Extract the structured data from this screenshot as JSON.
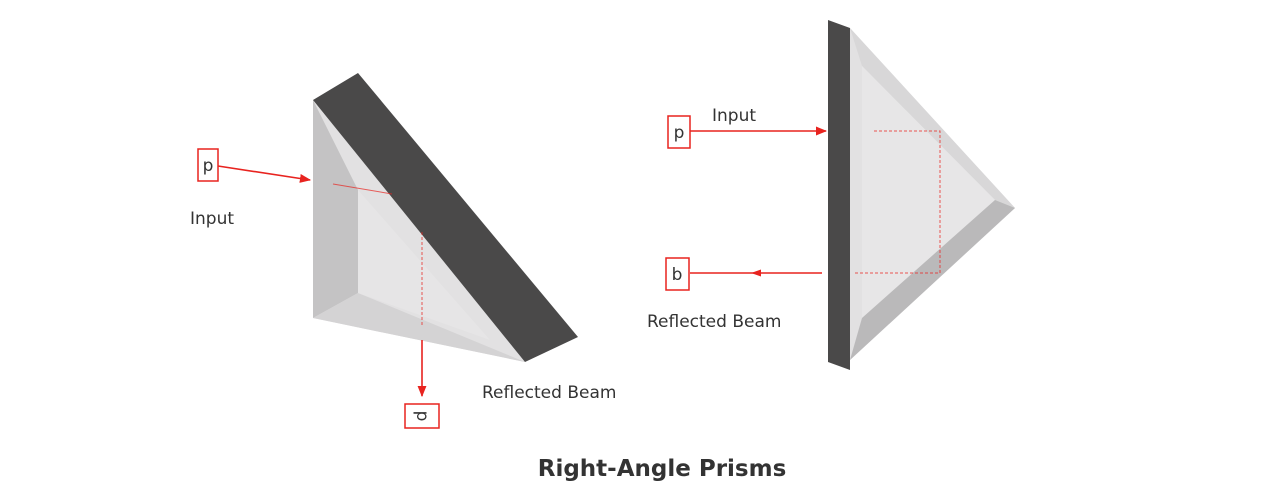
{
  "title": "Right-Angle Prisms",
  "colors": {
    "beam": "#e8231f",
    "mirror_face": "#4a4949",
    "prism_light": "#e2e1e2",
    "prism_mid": "#d2d1d2",
    "prism_dark": "#b9b8b9",
    "text": "#333333"
  },
  "left_prism": {
    "input_label": "Input",
    "input_polarization": "p",
    "output_label": "Reflected Beam",
    "output_polarization": "p"
  },
  "right_prism": {
    "input_label": "Input",
    "input_polarization": "p",
    "output_label": "Reflected Beam",
    "output_polarization": "b"
  }
}
